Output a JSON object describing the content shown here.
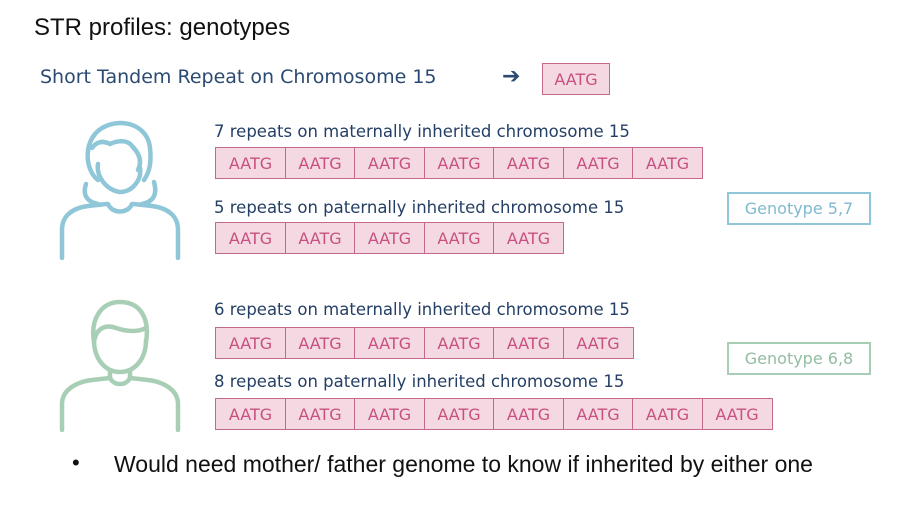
{
  "title": "STR profiles: genotypes",
  "subtitle": "Short Tandem Repeat on Chromosome 15",
  "arrow": "➔",
  "repeat_unit": "AATG",
  "person1": {
    "icon": "woman-icon",
    "color": "#8fc7d8",
    "maternal": {
      "label": "7 repeats on maternally inherited chromosome 15",
      "units": [
        "AATG",
        "AATG",
        "AATG",
        "AATG",
        "AATG",
        "AATG",
        "AATG"
      ]
    },
    "paternal": {
      "label": "5 repeats on paternally inherited chromosome 15",
      "units": [
        "AATG",
        "AATG",
        "AATG",
        "AATG",
        "AATG"
      ]
    },
    "genotype": "Genotype 5,7"
  },
  "person2": {
    "icon": "man-icon",
    "color": "#a8cfb6",
    "maternal": {
      "label": "6 repeats on maternally inherited chromosome 15",
      "units": [
        "AATG",
        "AATG",
        "AATG",
        "AATG",
        "AATG",
        "AATG"
      ]
    },
    "paternal": {
      "label": "8 repeats on paternally inherited chromosome 15",
      "units": [
        "AATG",
        "AATG",
        "AATG",
        "AATG",
        "AATG",
        "AATG",
        "AATG",
        "AATG"
      ]
    },
    "genotype": "Genotype 6,8"
  },
  "bullet": "•",
  "note": "Would need mother/ father genome to know if inherited by either one"
}
